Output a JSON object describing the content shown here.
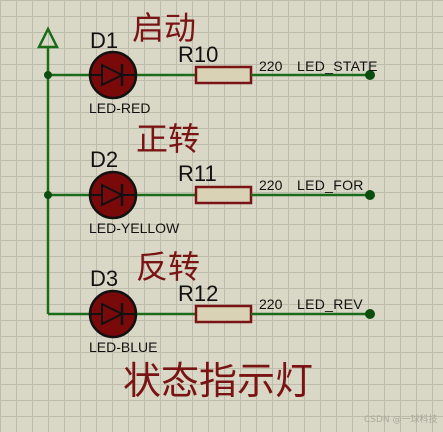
{
  "title": "状态指示灯",
  "watermark": "CSDN @一球科技",
  "colors": {
    "wire": "#1a6b1a",
    "led_body": "#7a0a0a",
    "led_outline": "#111111",
    "resistor_fill": "#d9d2b4",
    "resistor_outline": "#7a1414",
    "annotation": "#7a1414",
    "terminal": "#0d4d0d"
  },
  "power_terminal": {
    "symbol": "power-arrow-up"
  },
  "rows": [
    {
      "led_ref": "D1",
      "led_type": "LED-RED",
      "function_label": "启动",
      "resistor_ref": "R10",
      "resistor_value": "220",
      "net_label": "LED_STATE"
    },
    {
      "led_ref": "D2",
      "led_type": "LED-YELLOW",
      "function_label": "正转",
      "resistor_ref": "R11",
      "resistor_value": "220",
      "net_label": "LED_FOR"
    },
    {
      "led_ref": "D3",
      "led_type": "LED-BLUE",
      "function_label": "反转",
      "resistor_ref": "R12",
      "resistor_value": "220",
      "net_label": "LED_REV"
    }
  ]
}
